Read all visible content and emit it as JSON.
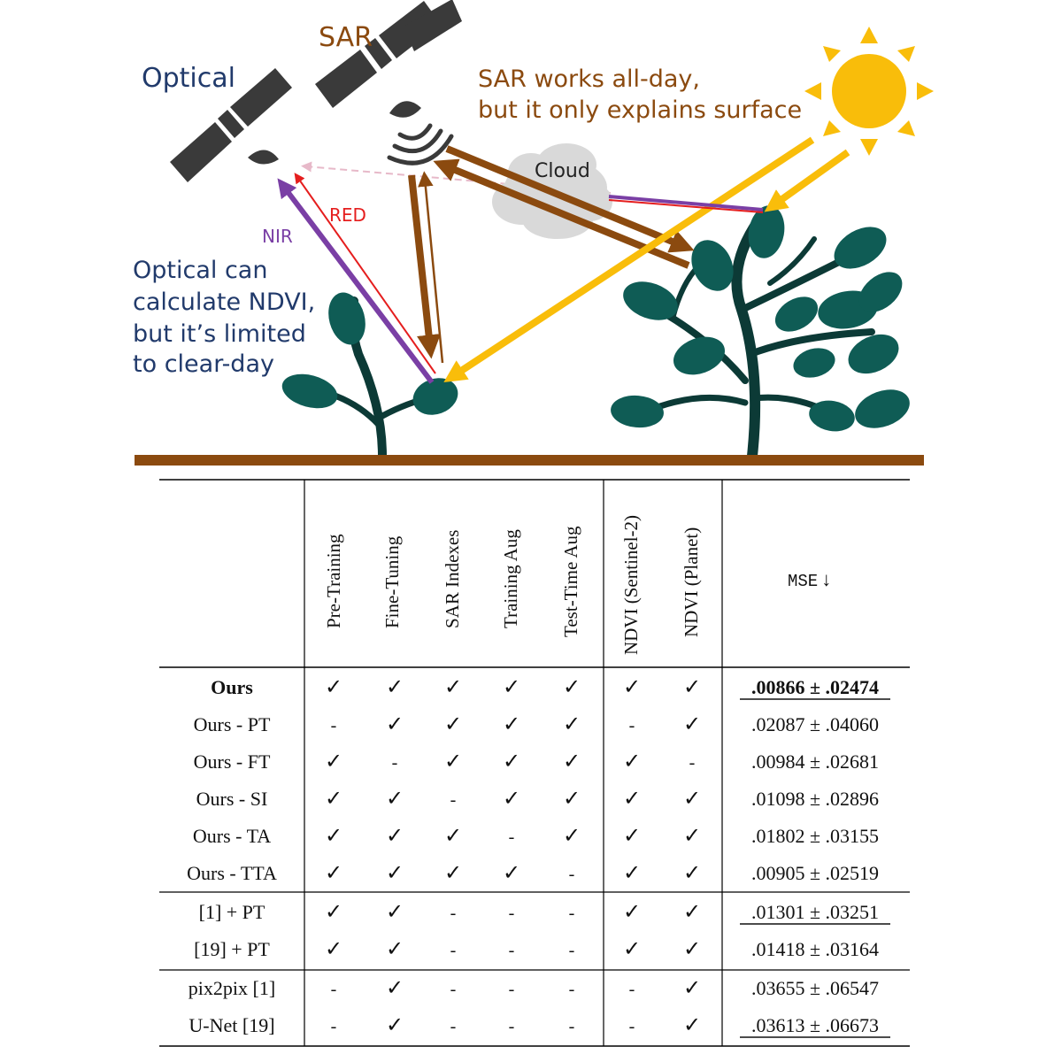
{
  "illustration": {
    "labels": {
      "sar": "SAR",
      "optical": "Optical",
      "sar_note": [
        "SAR works all-day,",
        "but it only explains surface"
      ],
      "cloud": "Cloud",
      "red": "RED",
      "nir": "NIR",
      "optical_note": [
        "Optical can",
        "calculate NDVI,",
        "but it’s limited",
        "to clear-day"
      ]
    },
    "colors": {
      "optical_text": "#213a6b",
      "sar": "#8b4a0f",
      "sun": "#f9bd0a",
      "red": "#e51e1e",
      "nir": "#7a3fa5",
      "leaf": "#0f5c55",
      "stem": "#0c3a36",
      "ground": "#8b4a0f",
      "satellite": "#3a3a3a",
      "cloud": "#d9d9d9"
    }
  },
  "table": {
    "columns": [
      "Pre-Training",
      "Fine-Tuning",
      "SAR Indexes",
      "Training Aug",
      "Test-Time Aug",
      "NDVI (Sentinel-2)",
      "NDVI (Planet)"
    ],
    "metric_header": "MSE",
    "metric_arrow": "↓",
    "groups": [
      {
        "rows": [
          {
            "name": "Ours",
            "bold": true,
            "marks": [
              "✓",
              "✓",
              "✓",
              "✓",
              "✓",
              "✓",
              "✓"
            ],
            "mse": ".00866",
            "std": ".02474",
            "underline": true
          },
          {
            "name": "Ours - PT",
            "marks": [
              "-",
              "✓",
              "✓",
              "✓",
              "✓",
              "-",
              "✓"
            ],
            "mse": ".02087",
            "std": ".04060"
          },
          {
            "name": "Ours - FT",
            "marks": [
              "✓",
              "-",
              "✓",
              "✓",
              "✓",
              "✓",
              "-"
            ],
            "mse": ".00984",
            "std": ".02681"
          },
          {
            "name": "Ours - SI",
            "marks": [
              "✓",
              "✓",
              "-",
              "✓",
              "✓",
              "✓",
              "✓"
            ],
            "mse": ".01098",
            "std": ".02896"
          },
          {
            "name": "Ours - TA",
            "marks": [
              "✓",
              "✓",
              "✓",
              "-",
              "✓",
              "✓",
              "✓"
            ],
            "mse": ".01802",
            "std": ".03155"
          },
          {
            "name": "Ours - TTA",
            "marks": [
              "✓",
              "✓",
              "✓",
              "✓",
              "-",
              "✓",
              "✓"
            ],
            "mse": ".00905",
            "std": ".02519"
          }
        ]
      },
      {
        "rows": [
          {
            "name": "[1] + PT",
            "marks": [
              "✓",
              "✓",
              "-",
              "-",
              "-",
              "✓",
              "✓"
            ],
            "mse": ".01301",
            "std": ".03251",
            "underline": true
          },
          {
            "name": "[19] + PT",
            "marks": [
              "✓",
              "✓",
              "-",
              "-",
              "-",
              "✓",
              "✓"
            ],
            "mse": ".01418",
            "std": ".03164"
          }
        ]
      },
      {
        "rows": [
          {
            "name": "pix2pix [1]",
            "marks": [
              "-",
              "✓",
              "-",
              "-",
              "-",
              "-",
              "✓"
            ],
            "mse": ".03655",
            "std": ".06547"
          },
          {
            "name": "U-Net [19]",
            "marks": [
              "-",
              "✓",
              "-",
              "-",
              "-",
              "-",
              "✓"
            ],
            "mse": ".03613",
            "std": ".06673",
            "underline": true
          }
        ]
      }
    ]
  }
}
